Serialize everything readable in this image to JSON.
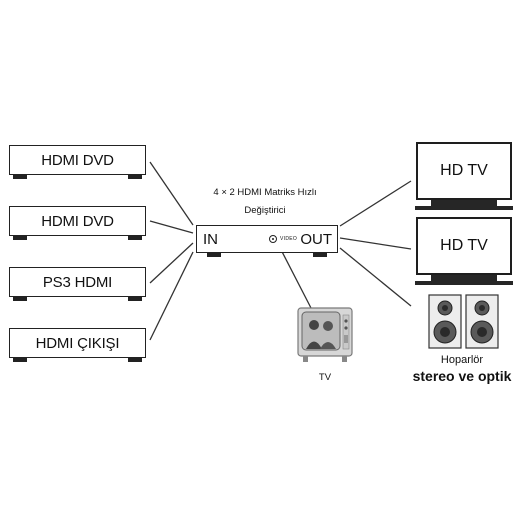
{
  "sources": [
    {
      "label": "HDMI DVD"
    },
    {
      "label": "HDMI DVD"
    },
    {
      "label": "PS3 HDMI"
    },
    {
      "label": "HDMI ÇIKIŞI"
    }
  ],
  "switch": {
    "title_line1": "4 × 2 HDMI Matriks Hızlı",
    "title_line2": "Değiştirici",
    "in_label": "IN",
    "out_label": "OUT",
    "video_label": "VIDEO"
  },
  "outputs": {
    "tvs": [
      {
        "label": "HD TV"
      },
      {
        "label": "HD TV"
      }
    ],
    "analog_tv": {
      "label": "TV"
    },
    "speakers": {
      "line1": "Hoparlör",
      "line2": "stereo ve optik"
    }
  }
}
